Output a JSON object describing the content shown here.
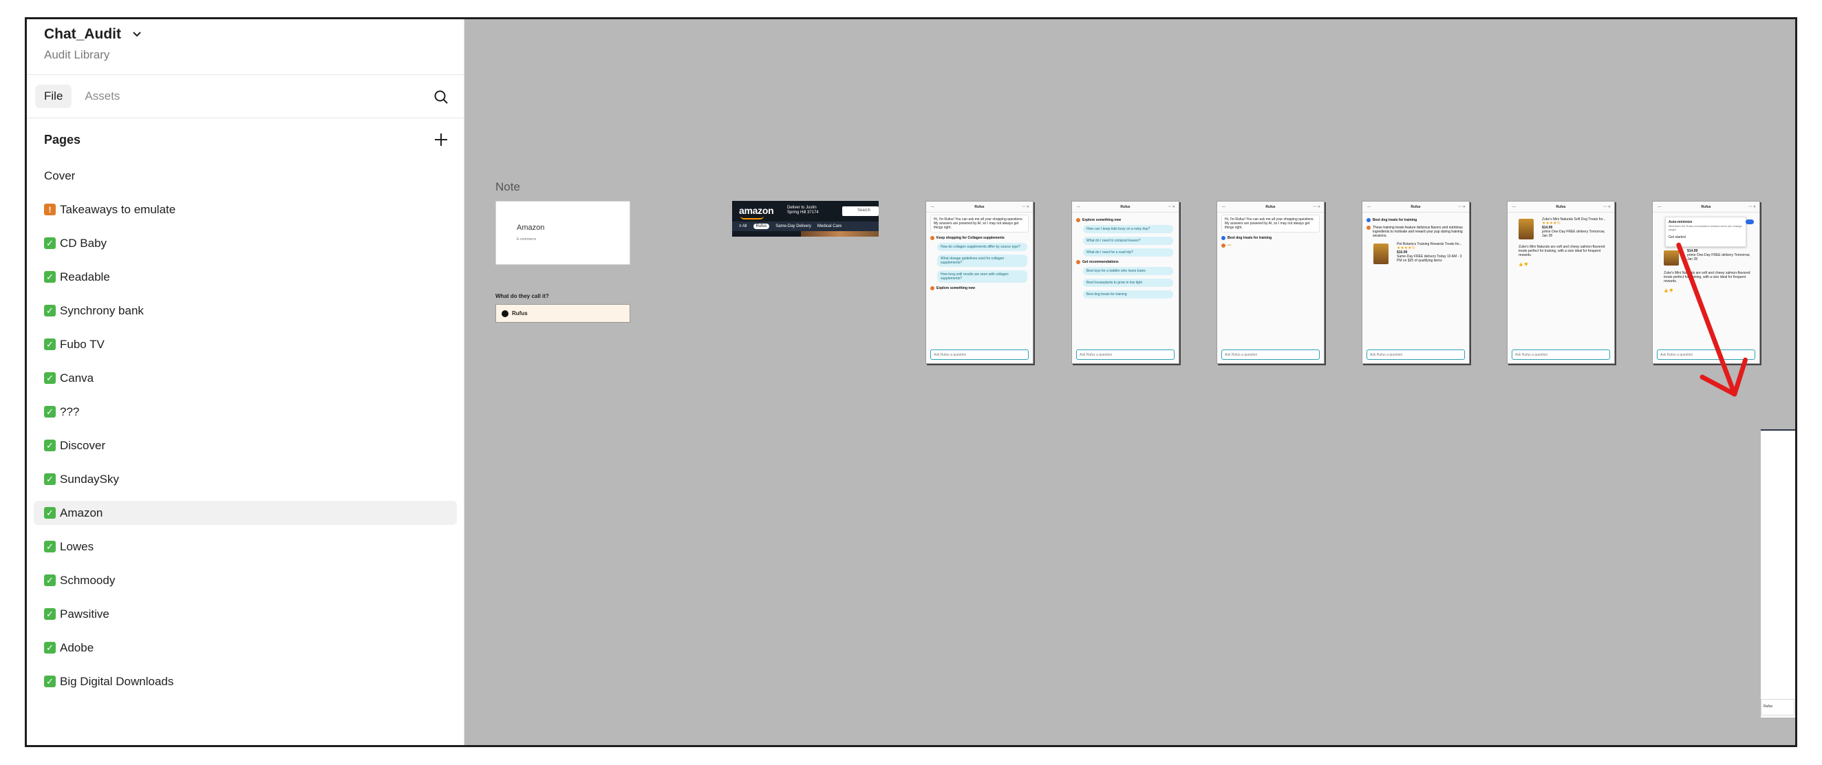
{
  "sidebar": {
    "project_title": "Chat_Audit",
    "project_subtitle": "Audit Library",
    "tabs": [
      {
        "label": "File"
      },
      {
        "label": "Assets"
      }
    ],
    "pages_title": "Pages",
    "pages": [
      {
        "label": "Cover",
        "icon": "none"
      },
      {
        "label": "Takeaways to emulate",
        "icon": "warn"
      },
      {
        "label": "CD Baby",
        "icon": "check"
      },
      {
        "label": "Readable",
        "icon": "check"
      },
      {
        "label": "Synchrony bank",
        "icon": "check"
      },
      {
        "label": "Fubo TV",
        "icon": "check"
      },
      {
        "label": "Canva",
        "icon": "check"
      },
      {
        "label": "???",
        "icon": "check"
      },
      {
        "label": "Discover",
        "icon": "check"
      },
      {
        "label": "SundaySky",
        "icon": "check"
      },
      {
        "label": "Amazon",
        "icon": "check",
        "selected": true
      },
      {
        "label": "Lowes",
        "icon": "check"
      },
      {
        "label": "Schmoody",
        "icon": "check"
      },
      {
        "label": "Pawsitive",
        "icon": "check"
      },
      {
        "label": "Adobe",
        "icon": "check"
      },
      {
        "label": "Big Digital Downloads",
        "icon": "check"
      }
    ]
  },
  "canvas": {
    "note_label": "Note",
    "note_card": {
      "title": "Amazon",
      "subtitle": "E-commerce"
    },
    "question_label": "What do they call it?",
    "rufus_pill": "Rufus",
    "amazon_banner": {
      "logo": "amazon",
      "deliver": "Deliver to Justin\nSpring Hill 37174",
      "search": "Search",
      "nav": [
        "≡ All",
        "Rufus",
        "Same-Day Delivery",
        "Medical Care"
      ]
    },
    "phones": [
      {
        "header": "Rufus",
        "intro": "Hi, I'm Rufus! You can ask me all your shopping questions. My answers are powered by AI, so I may not always get things right.",
        "section1": "Keep shopping for Collagen supplements",
        "chips": [
          "How do collagen supplements differ by source type?",
          "What dosage guidelines exist for collagen supplements?",
          "How long until results are seen with collagen supplements?"
        ],
        "section2": "Explore something new",
        "input": "Ask Rufus a question"
      },
      {
        "header": "Rufus",
        "section1": "Explore something new",
        "chips": [
          "How can I keep kids busy on a rainy day?",
          "What do I need to compost leaves?",
          "What do I need for a road trip?"
        ],
        "section2": "Get recommendations",
        "chips2": [
          "Best toys for a toddler who loves trains",
          "Best houseplants to grow in low light",
          "Best dog treats for training"
        ],
        "input": "Ask Rufus a question"
      },
      {
        "header": "Rufus",
        "intro": "Hi, I'm Rufus! You can ask me all your shopping questions. My answers are powered by AI, so I may not always get things right.",
        "question": "Best dog treats for training",
        "input": "Ask Rufus a question"
      },
      {
        "header": "Rufus",
        "question": "Best dog treats for training",
        "answer": "These training treats feature delicious flavors and nutritious ingredients to motivate and reward your pup during training sessions.",
        "product": "Pet Botanics Training Rewards Treats for...",
        "price": "$16.99",
        "rating": "★★★★½",
        "delivery": "Same-Day FREE delivery Today 10 AM - 3 PM on $25 of qualifying items",
        "input": "Ask Rufus a question"
      },
      {
        "header": "Rufus",
        "product": "Zuke's Mini Naturals Soft Dog Treats for...",
        "rating": "★★★★½",
        "price": "$14.99",
        "delivery": "prime One-Day FREE delivery Tomorrow, Jan 28",
        "answer": "Zuke's Mini Naturals are soft and chewy salmon-flavored treats perfect for training, with a size ideal for frequent rewards.",
        "input": "Ask Rufus a question"
      },
      {
        "header": "Rufus",
        "popover_title": "Auto-minimize",
        "popover_text": "Minimizes the Rufus conversation window when you change pages",
        "get_started": "Get started",
        "price": "$14.99",
        "delivery": "prime One-Day FREE delivery Tomorrow, Jan 28",
        "answer": "Zuke's Mini Naturals are soft and chewy salmon-flavored treats perfect for training, with a size ideal for frequent rewards.",
        "input": "Ask Rufus a question"
      }
    ],
    "mini_chip": "Rufus",
    "colors": {
      "canvas_bg": "#b8b8b8",
      "arrow": "#e31b1b",
      "check": "#4bb54a",
      "chip": "#d6f1f7"
    }
  }
}
